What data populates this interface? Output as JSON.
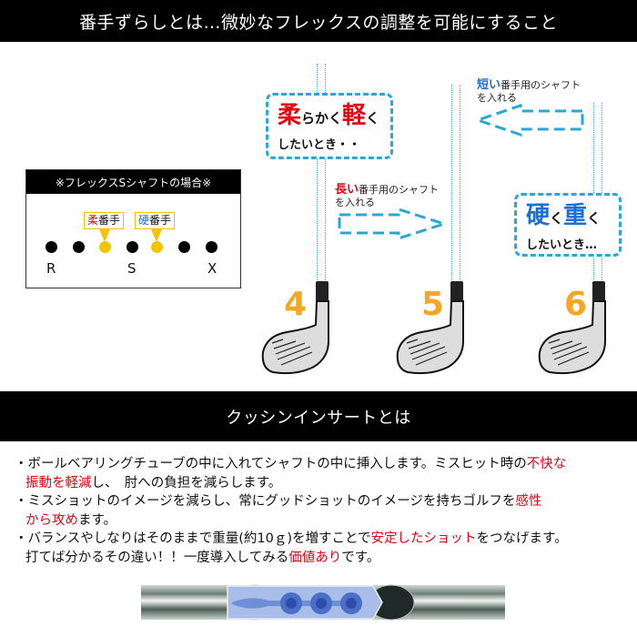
{
  "header": {
    "title": "番手ずらしとは…微妙なフレックスの調整を可能にすること"
  },
  "diagram": {
    "soft_callout": {
      "big1": "柔",
      "mid1": "らかく",
      "big2": "軽",
      "mid2": "く",
      "line2": "したいとき・・"
    },
    "hard_callout": {
      "big1": "硬",
      "mid1": "く",
      "big2": "重",
      "mid2": "く",
      "line2": "したいとき…"
    },
    "short_note": {
      "emph": "短い",
      "rest": "番手用のシャフト",
      "line2": "を入れる"
    },
    "long_note": {
      "emph": "長い",
      "rest": "番手用のシャフト",
      "line2": "を入れる"
    },
    "irons": [
      {
        "number": "4"
      },
      {
        "number": "5"
      },
      {
        "number": "6"
      }
    ],
    "colors": {
      "dash": "#2aa7d9",
      "iron_number": "#f5a623",
      "soft": "#e60012",
      "hard": "#1a6fd6"
    }
  },
  "flex_box": {
    "title": "※フレックスSシャフトの場合※",
    "soft_tag": {
      "emph": "柔",
      "rest": "番手"
    },
    "hard_tag": {
      "emph": "硬",
      "rest": "番手"
    },
    "labels": {
      "r": "R",
      "s": "S",
      "x": "X"
    }
  },
  "section2": {
    "title": "クッシンインサートとは",
    "bullets": [
      {
        "b": "・",
        "t1": "ボールベアリングチューブの中に入れてシャフトの中に挿入します。ミスヒット時の",
        "r1": "不快な"
      },
      {
        "r1": "振動を軽減",
        "t1": "し、　肘への負担を減らします。"
      },
      {
        "b": "・",
        "t1": "ミスショットのイメージを減らし、常にグッドショットのイメージを持ちゴルフを",
        "r1": "感性"
      },
      {
        "r1": "から攻め",
        "t1": "ます。"
      },
      {
        "b": "・",
        "t1": "バランスやしなりはそのままで重量(約10ｇ)を増すことで",
        "r1": "安定したショット",
        "t2": "をつなげます。"
      },
      {
        "t1": "打てば分かるその違い！！一度導入してみる",
        "r1": "価値あり",
        "t2": "です。"
      }
    ]
  }
}
